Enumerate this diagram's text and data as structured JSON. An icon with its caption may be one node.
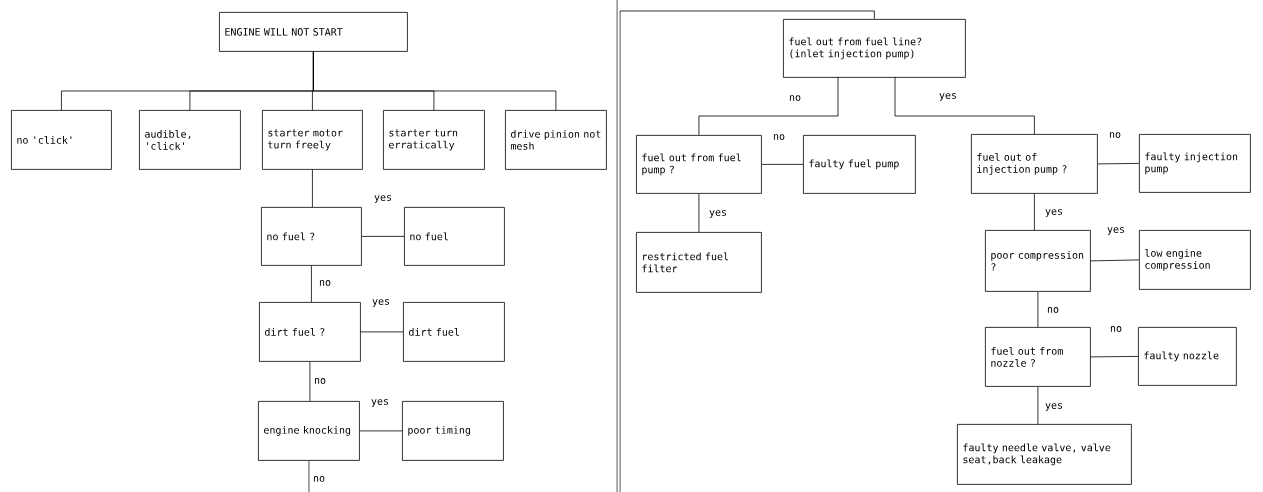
{
  "diagram": {
    "nodes": [
      {
        "text": [
          "ENGINE WILL NOT START"
        ]
      },
      {
        "text": [
          "no 'click'"
        ]
      },
      {
        "text": [
          "audible, 'click'"
        ]
      },
      {
        "text": [
          "starter motor turn freely"
        ]
      },
      {
        "text": [
          "starter turn erratically"
        ]
      },
      {
        "text": [
          "drive pinion not mesh"
        ]
      },
      {
        "text": [
          "no fuel ?"
        ]
      },
      {
        "text": [
          "no fuel"
        ]
      },
      {
        "text": [
          "dirt fuel ?"
        ]
      },
      {
        "text": [
          "dirt fuel"
        ]
      },
      {
        "text": [
          "engine knocking"
        ]
      },
      {
        "text": [
          "poor timing"
        ]
      },
      {
        "text": [
          "fuel out from fuel line? (inlet injection pump)"
        ]
      },
      {
        "text": [
          "fuel out from fuel pump ?"
        ]
      },
      {
        "text": [
          "faulty fuel pump"
        ]
      },
      {
        "text": [
          "restricted fuel filter"
        ]
      },
      {
        "text": [
          "fuel out of injection pump ?"
        ]
      },
      {
        "text": [
          "faulty injection pump"
        ]
      },
      {
        "text": [
          "poor compression ?"
        ]
      },
      {
        "text": [
          "low engine compression"
        ]
      },
      {
        "text": [
          "fuel out from nozzle ?"
        ]
      },
      {
        "text": [
          "faulty nozzle"
        ]
      },
      {
        "text": [
          "faulty needle valve, valve seat,back leakage"
        ]
      }
    ],
    "edges": [
      {
        "from": 0,
        "to": 1,
        "arrow": "none"
      },
      {
        "from": 0,
        "to": 2,
        "arrow": "none"
      },
      {
        "from": 0,
        "to": 3,
        "arrow": "none"
      },
      {
        "from": 0,
        "to": 4,
        "arrow": "none"
      },
      {
        "from": 0,
        "to": 5,
        "arrow": "none"
      },
      {
        "from": 3,
        "to": 6,
        "arrow": "none"
      },
      {
        "from": 6,
        "to": 7,
        "arrow": "none",
        "label": "yes"
      },
      {
        "from": 6,
        "to": 8,
        "arrow": "none",
        "label": "no"
      },
      {
        "from": 8,
        "to": 9,
        "arrow": "none",
        "label": "yes"
      },
      {
        "from": 8,
        "to": 10,
        "arrow": "none",
        "label": "no"
      },
      {
        "from": 10,
        "to": 11,
        "arrow": "none",
        "label": "yes"
      },
      {
        "from": 10,
        "to": null,
        "arrow": "none",
        "label": "no"
      },
      {
        "from": null,
        "to": 12,
        "arrow": "none"
      },
      {
        "from": 12,
        "to": 13,
        "arrow": "none",
        "label": "no"
      },
      {
        "from": 12,
        "to": 16,
        "arrow": "none",
        "label": "yes"
      },
      {
        "from": 13,
        "to": 14,
        "arrow": "none",
        "label": "no"
      },
      {
        "from": 13,
        "to": 15,
        "arrow": "none",
        "label": "yes"
      },
      {
        "from": 16,
        "to": 17,
        "arrow": "none",
        "label": "no"
      },
      {
        "from": 16,
        "to": 18,
        "arrow": "none",
        "label": "yes"
      },
      {
        "from": 18,
        "to": 19,
        "arrow": "none",
        "label": "yes"
      },
      {
        "from": 18,
        "to": 20,
        "arrow": "none",
        "label": "no"
      },
      {
        "from": 20,
        "to": 21,
        "arrow": "none",
        "label": "no"
      },
      {
        "from": 20,
        "to": 22,
        "arrow": "none",
        "label": "yes"
      }
    ]
  }
}
